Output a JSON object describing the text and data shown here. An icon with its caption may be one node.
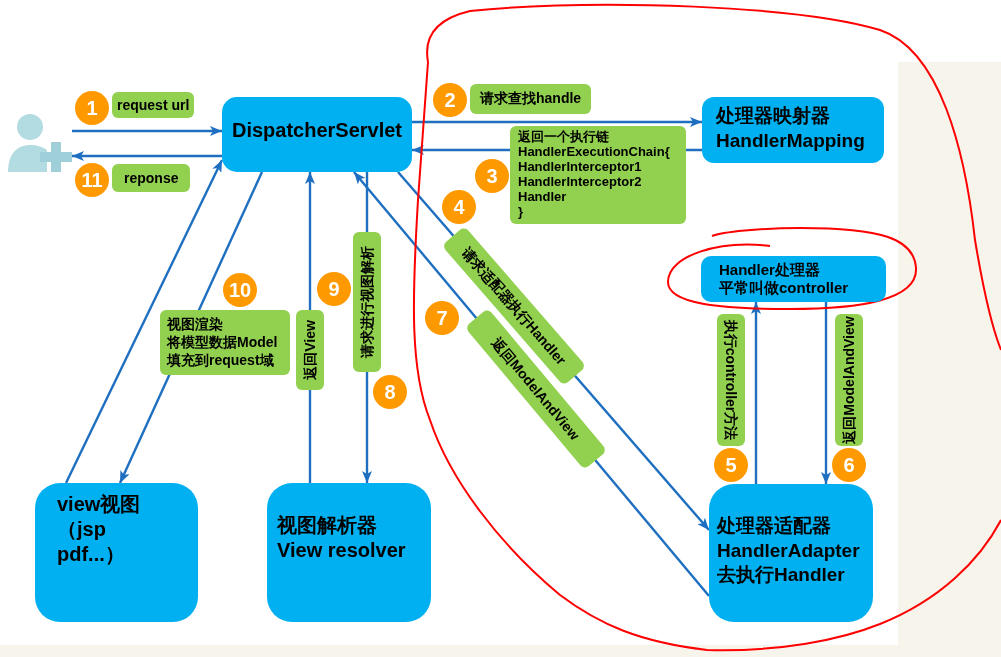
{
  "diagram": {
    "nodes": [
      {
        "text": [],
        "shape": "person"
      },
      {
        "text": [
          "DispatcherServlet"
        ]
      },
      {
        "text": [
          "处理器映射器 HandlerMapping"
        ]
      },
      {
        "text": [
          "Handler处理器平常叫做controller"
        ]
      },
      {
        "text": [
          "view视图（jsp pdf...）"
        ]
      },
      {
        "text": [
          "视图解析器 View resolver"
        ]
      },
      {
        "text": [
          "处理器适配器 HandlerAdapter 去执行Handler"
        ]
      }
    ],
    "edges": [
      {
        "from": 0,
        "to": 1,
        "arrow": "to",
        "label": "request url"
      },
      {
        "from": 1,
        "to": 2,
        "arrow": "to",
        "label": "请求查找handle"
      },
      {
        "from": 2,
        "to": 1,
        "arrow": "to",
        "label": "返回一个执行链 HandlerExecutionChain{ HandlerInterceptor1 HandlerInterceptor2 Handler }"
      },
      {
        "from": 1,
        "to": 6,
        "arrow": "to",
        "label": "请求适配器执行Handler"
      },
      {
        "from": 6,
        "to": 3,
        "arrow": "to",
        "label": "执行controller方法"
      },
      {
        "from": 3,
        "to": 6,
        "arrow": "to",
        "label": "返回ModelAndView"
      },
      {
        "from": 6,
        "to": 1,
        "arrow": "to",
        "label": "返回ModelAndView"
      },
      {
        "from": 1,
        "to": 5,
        "arrow": "to",
        "label": "请求进行视图解析"
      },
      {
        "from": 5,
        "to": 1,
        "arrow": "to",
        "label": "返回View"
      },
      {
        "from": 1,
        "to": 4,
        "arrow": "to",
        "label": "视图渲染将模型数据Model填充到request域"
      },
      {
        "from": 1,
        "to": 0,
        "arrow": "to",
        "label": "reponse"
      },
      {
        "from": 4,
        "to": 1,
        "arrow": "to"
      }
    ],
    "labels": [
      "1",
      "2",
      "3",
      "4",
      "5",
      "6",
      "7",
      "8",
      "9",
      "10",
      "11"
    ]
  }
}
